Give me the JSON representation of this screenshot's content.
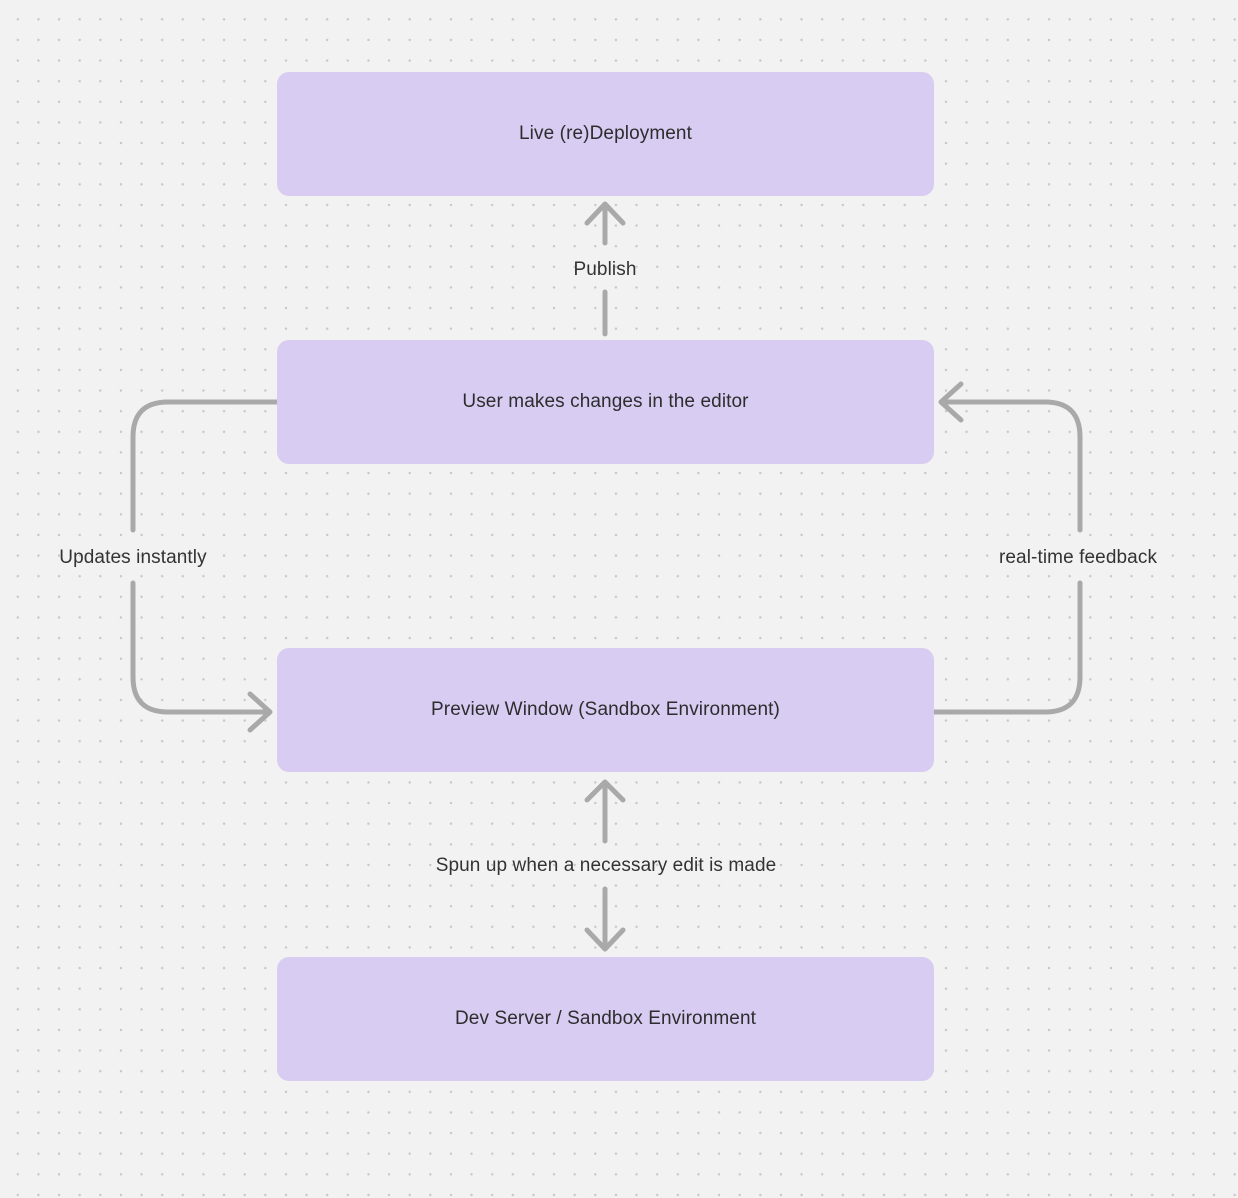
{
  "diagram": {
    "nodes": [
      {
        "id": "live-deployment",
        "label": "Live (re)Deployment"
      },
      {
        "id": "editor-changes",
        "label": "User makes changes in the editor"
      },
      {
        "id": "preview-window",
        "label": "Preview Window (Sandbox Environment)"
      },
      {
        "id": "dev-server",
        "label": "Dev Server / Sandbox Environment"
      }
    ],
    "edges": [
      {
        "id": "publish",
        "label": "Publish",
        "from": "editor-changes",
        "to": "live-deployment",
        "direction": "up"
      },
      {
        "id": "updates-instantly",
        "label": "Updates instantly",
        "from": "editor-changes",
        "to": "preview-window",
        "direction": "left-loop"
      },
      {
        "id": "realtime-feedback",
        "label": "real-time feedback",
        "from": "preview-window",
        "to": "editor-changes",
        "direction": "right-loop"
      },
      {
        "id": "spun-up",
        "label": "Spun up when a necessary edit is made",
        "from": "preview-window",
        "to": "dev-server",
        "direction": "bidirectional"
      }
    ],
    "colors": {
      "background": "#f2f2f2",
      "dot_grid": "#c7c7c7",
      "node_fill": "#d8ccf2",
      "node_text": "#2d2d2d",
      "arrow": "#a9a9a9",
      "label_text": "#333333"
    }
  }
}
